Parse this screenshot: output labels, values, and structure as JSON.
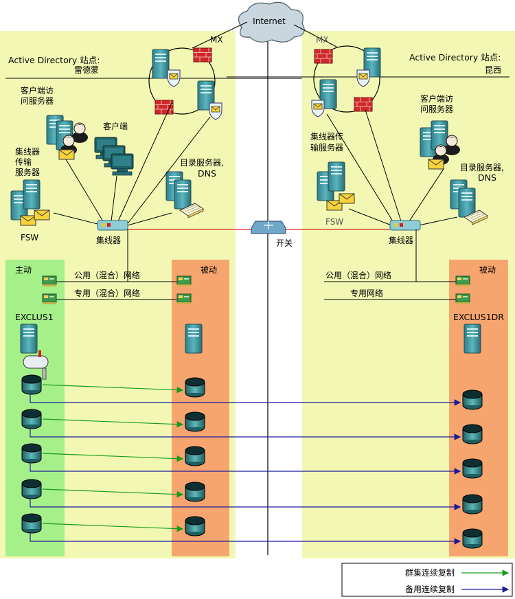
{
  "internet": "Internet",
  "mx_left": "MX",
  "mx_right": "MX",
  "ad_left": "Active Directory 站点:",
  "ad_left_city": "雷德蒙",
  "ad_right": "Active Directory 站点:",
  "ad_right_city": "昆西",
  "left": {
    "cas": [
      "客户端访",
      "问服务器"
    ],
    "client": "客户端",
    "hub": [
      "集线器",
      "传输",
      "服务器"
    ],
    "dir": [
      "目录服务器,",
      "DNS"
    ],
    "fsw": "FSW",
    "hub_switch": "集线器",
    "active": "主动",
    "passive": "被动",
    "public_net": "公用（混合）网络",
    "private_net": "专用（混合）网络",
    "node": "EXCLUS1"
  },
  "right": {
    "hub": [
      "集线器传",
      "输服务器"
    ],
    "cas": [
      "客户端访",
      "问服务器"
    ],
    "dir": [
      "目录服务器,",
      "DNS"
    ],
    "fsw": "FSW",
    "hub_switch": "集线器",
    "passive": "被动",
    "public_net": "公用（混合）网络",
    "private_net": "专用网络",
    "node": "EXCLUS1DR"
  },
  "switch": "开关",
  "legend": {
    "ccr": "群集连续复制",
    "scr": "备用连续复制",
    "ccr_color": "#1a9a1a",
    "scr_color": "#1a1a9a"
  },
  "colors": {
    "site_bg": "#f2f8b4",
    "active_bg": "#a6f08a",
    "passive_bg": "#f7a56e",
    "wan_link": "#e02020"
  }
}
